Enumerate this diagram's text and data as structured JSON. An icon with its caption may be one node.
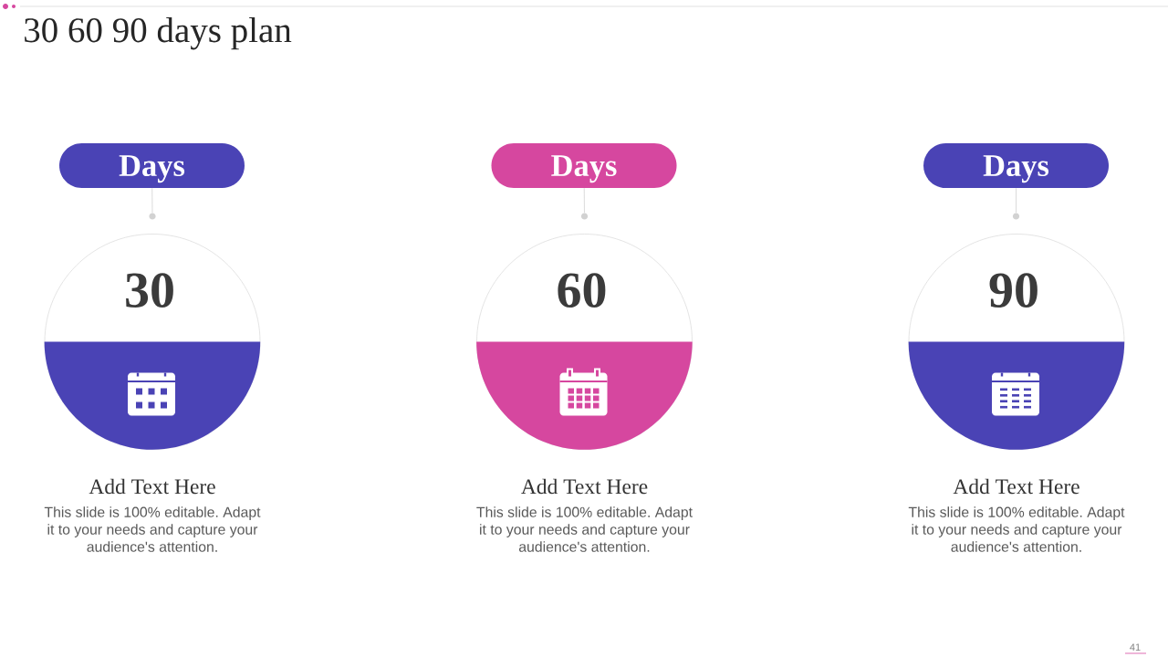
{
  "diagram": {
    "title": "30 60 90 days plan",
    "nodes": [
      {
        "text": [
          "Days"
        ]
      },
      {
        "text": [
          "Days"
        ]
      },
      {
        "text": [
          "Days"
        ]
      },
      {
        "text": [],
        "shape": "circle"
      },
      {
        "text": [],
        "shape": "circle"
      },
      {
        "text": [],
        "shape": "circle"
      },
      {
        "text": [
          "30"
        ],
        "beside": [
          "Add Text Here",
          "This slide is 100% editable. Adapt it to your needs and capture your audience's attention."
        ]
      },
      {
        "text": [
          "60"
        ],
        "beside": [
          "Add Text Here",
          "This slide is 100% editable. Adapt it to your needs and capture your audience's attention."
        ]
      },
      {
        "text": [
          "90"
        ],
        "beside": [
          "Add Text Here",
          "This slide is 100% editable. Adapt it to your needs and capture your audience's attention."
        ]
      }
    ],
    "edges": [
      {
        "from": 0,
        "to": 3,
        "arrow": "none"
      },
      {
        "from": 1,
        "to": 4,
        "arrow": "none"
      },
      {
        "from": 2,
        "to": 5,
        "arrow": "none"
      }
    ],
    "labels": [
      "41"
    ]
  }
}
